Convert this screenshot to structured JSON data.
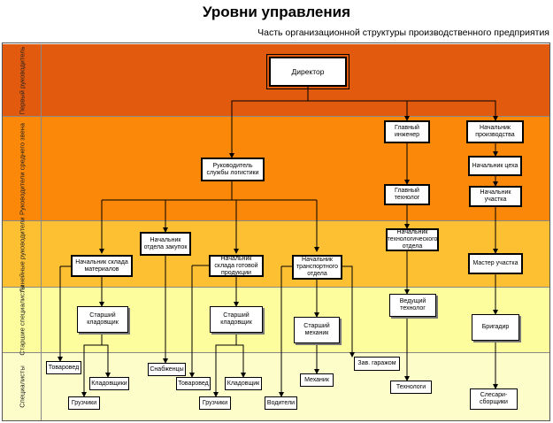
{
  "title": "Уровни управления",
  "subtitle": "Часть организационной структуры производственного предприятия",
  "colors": {
    "level1": "#e25a0e",
    "level2": "#fb8808",
    "level3": "#fdc033",
    "level4": "#fdfd9d",
    "level5": "#fdfdca"
  },
  "levels": [
    {
      "label": "Первый руководитель"
    },
    {
      "label": "Руководители среднего звена"
    },
    {
      "label": "Линейные руководители"
    },
    {
      "label": "Старшие специалисты"
    },
    {
      "label": "Специалисты"
    }
  ],
  "nodes": {
    "director": "Директор",
    "logistics_head": "Руководитель службы логистики",
    "chief_engineer": "Главный инженер",
    "production_head": "Начальник производства",
    "shop_head": "Начальник цеха",
    "chief_technologist": "Главный технолог",
    "section_head": "Начальник участка",
    "purchasing_head": "Начальник отдела закупок",
    "materials_wh_head": "Начальник склада материалов",
    "finished_wh_head": "Начальник склада готовой продукции",
    "transport_head": "Начальник транспортного отдела",
    "tech_dept_head": "Начальник технологического отдела",
    "section_master": "Мастер участка",
    "senior_keeper_1": "Старший кладовщик",
    "senior_keeper_2": "Старший кладовщик",
    "senior_mechanic": "Старший механик",
    "lead_technologist": "Ведущий технолог",
    "foreman": "Бригадир",
    "merchandiser_1": "Товаровед",
    "keepers_1": "Кладовщики",
    "loaders_1": "Грузчики",
    "suppliers": "Снабженцы",
    "merchandiser_2": "Товаровед",
    "keepers_2": "Кладовщик",
    "loaders_2": "Грузчики",
    "mechanic": "Механик",
    "garage_head": "Зав. гаражом",
    "drivers": "Водители",
    "technologists": "Технологи",
    "fitters": "Слесари-сборщики"
  }
}
